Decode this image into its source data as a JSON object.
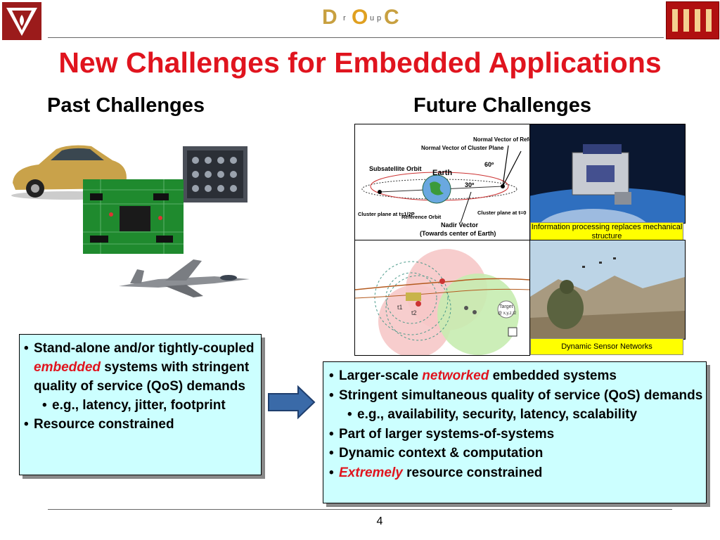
{
  "header": {
    "group_logo_letters": [
      "D",
      "O",
      "C"
    ],
    "group_logo_small": [
      "r",
      "u",
      "p"
    ]
  },
  "slide": {
    "title": "New Challenges for Embedded Applications",
    "left_heading": "Past Challenges",
    "right_heading": "Future Challenges",
    "page_number": "4"
  },
  "past_box": {
    "b1_pre": "Stand-alone and/or tightly-coupled ",
    "b1_em": "embedded",
    "b1_post": " systems with stringent quality of service (QoS) demands",
    "b1_sub": "e.g., latency, jitter, footprint",
    "b2": "Resource constrained"
  },
  "future_box": {
    "b1_pre": "Larger-scale ",
    "b1_em": "networked",
    "b1_post": " embedded systems",
    "b2": "Stringent simultaneous quality of service (QoS) demands",
    "b2_sub": "e.g., availability, security, latency, scalability",
    "b3": "Part of larger systems-of-systems",
    "b4": "Dynamic context & computation",
    "b5_em": "Extremely",
    "b5_post": " resource constrained"
  },
  "orbit_diagram": {
    "normal_ref": "Normal Vector of Reference Orbit",
    "normal_cluster": "Normal Vector of Cluster Plane",
    "angle60": "60º",
    "subsat": "Subsatellite Orbit",
    "earth": "Earth",
    "angle30": "30º",
    "cluster_half": "Cluster plane at t=1/2P",
    "ref_orbit": "Reference Orbit",
    "nadir": "Nadir Vector",
    "towards": "(Towards center of Earth)",
    "cluster_zero": "Cluster plane at t=0"
  },
  "sensor_diagram": {
    "t1": "t1",
    "t2": "t2",
    "target": "Target",
    "target_pos": "@ x,y,z,t2"
  },
  "captions": {
    "satellite": "Information processing replaces mechanical structure",
    "soldier": "Dynamic Sensor Networks"
  }
}
